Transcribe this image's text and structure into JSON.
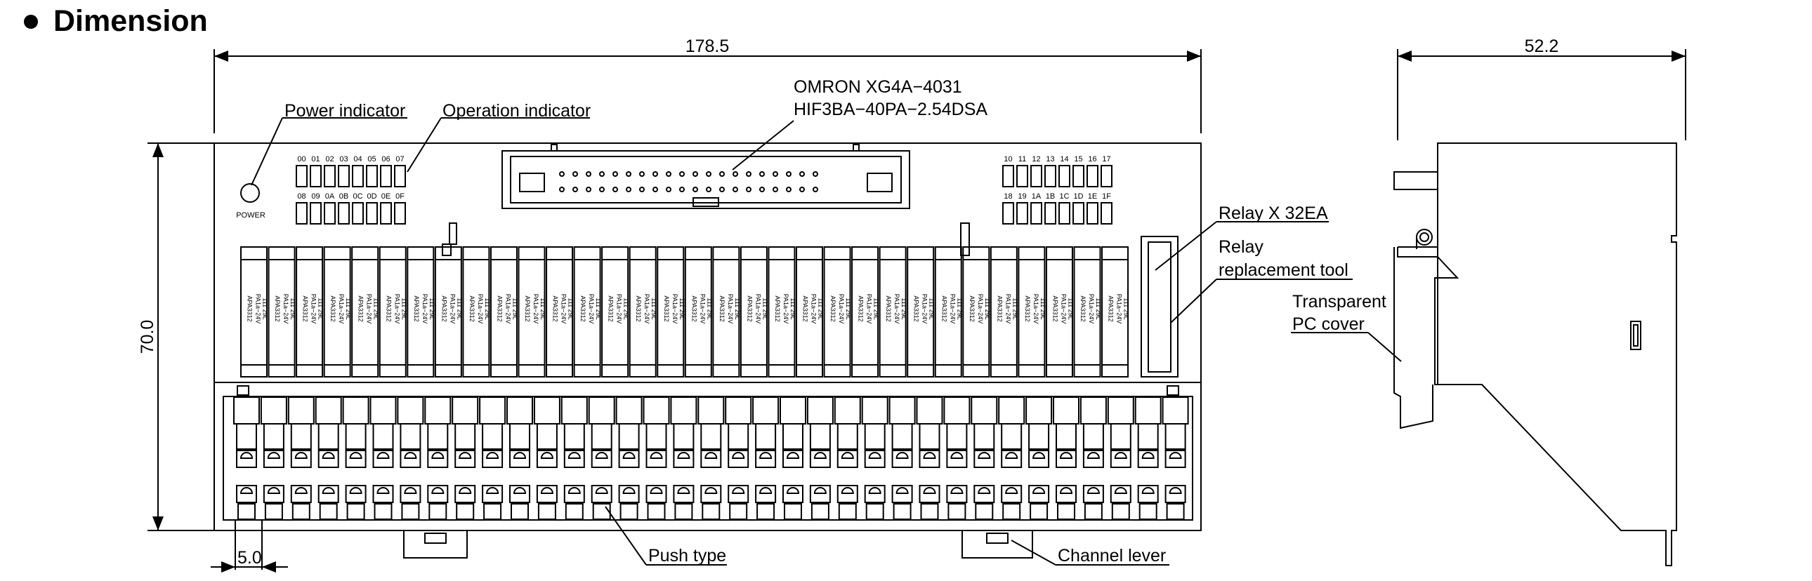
{
  "heading": "Dimension",
  "dimensions": {
    "width": "178.5",
    "height": "70.0",
    "side_depth": "52.2",
    "pitch": "5.0"
  },
  "connector": {
    "line1": "OMRON XG4A−4031",
    "line2": "HIF3BA−40PA−2.54DSA"
  },
  "callouts": {
    "power_indicator": "Power indicator",
    "operation_indicator": "Operation indicator",
    "relay_count": "Relay X 32EA",
    "relay_tool_line1": "Relay",
    "relay_tool_line2": "replacement tool",
    "cover_line1": "Transparent",
    "cover_line2": "PC cover",
    "push_type": "Push type",
    "channel_lever": "Channel lever"
  },
  "power_label": "POWER",
  "led_labels": {
    "left_top": [
      "00",
      "01",
      "02",
      "03",
      "04",
      "05",
      "06",
      "07"
    ],
    "left_bottom": [
      "08",
      "09",
      "0A",
      "0B",
      "0C",
      "0D",
      "0E",
      "0F"
    ],
    "right_top": [
      "10",
      "11",
      "12",
      "13",
      "14",
      "15",
      "16",
      "17"
    ],
    "right_bottom": [
      "18",
      "19",
      "1A",
      "1B",
      "1C",
      "1D",
      "1E",
      "1F"
    ]
  },
  "relay_text": {
    "model_a": "APA3312",
    "model_b": "PA1a−24V",
    "code": "111 29L"
  },
  "relay_count": 32,
  "terminal_columns": 35
}
